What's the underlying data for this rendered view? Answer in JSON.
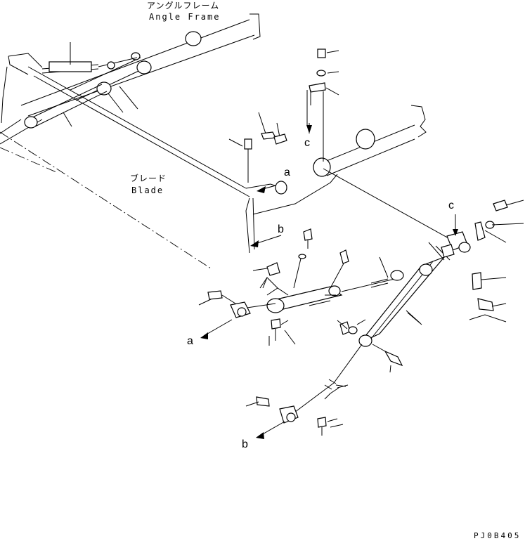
{
  "labels": {
    "angle_frame_jp": "アングルフレーム",
    "angle_frame_en": "Angle Frame",
    "blade_jp": "ブレード",
    "blade_en": "Blade",
    "ref_a": "a",
    "ref_b": "b",
    "ref_c": "c",
    "drawing_code": "PJ0B405"
  }
}
